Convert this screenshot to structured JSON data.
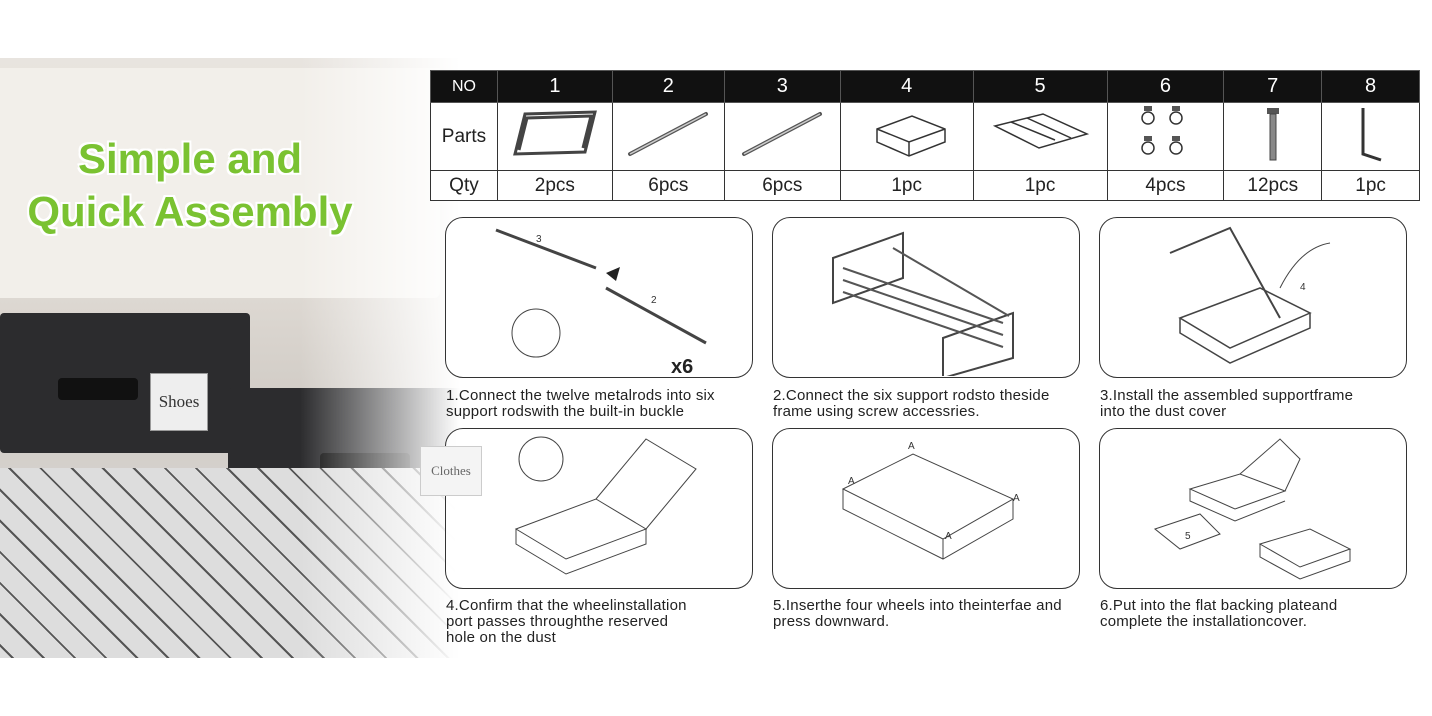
{
  "headline": {
    "line1": "Simple and",
    "line2": "Quick Assembly"
  },
  "photo": {
    "drawer_labels": [
      "Shoes",
      "Clothes"
    ]
  },
  "parts_table": {
    "row_headers": {
      "no": "NO",
      "parts": "Parts",
      "qty": "Qty"
    },
    "columns": [
      {
        "no": "1",
        "qty": "2pcs",
        "icon": "side-frame-icon"
      },
      {
        "no": "2",
        "qty": "6pcs",
        "icon": "rod-icon"
      },
      {
        "no": "3",
        "qty": "6pcs",
        "icon": "rod-icon"
      },
      {
        "no": "4",
        "qty": "1pc",
        "icon": "dust-cover-box-icon"
      },
      {
        "no": "5",
        "qty": "1pc",
        "icon": "backing-plate-icon"
      },
      {
        "no": "6",
        "qty": "4pcs",
        "icon": "wheels-icon"
      },
      {
        "no": "7",
        "qty": "12pcs",
        "icon": "screw-icon"
      },
      {
        "no": "8",
        "qty": "1pc",
        "icon": "allen-key-icon"
      }
    ]
  },
  "steps": [
    {
      "caption_lines": [
        "1.Connect the twelve metalrods into six",
        "support rodswith the built-in buckle"
      ],
      "labels": [
        "3",
        "2",
        "x6"
      ]
    },
    {
      "caption_lines": [
        "2.Connect the six support rodsto theside",
        "frame using screw accessries."
      ],
      "labels": []
    },
    {
      "caption_lines": [
        "3.Install the assembled supportframe",
        "into the dust cover"
      ],
      "labels": [
        "4"
      ]
    },
    {
      "caption_lines": [
        "4.Confirm that the wheelinstallation",
        "port passes throughthe reserved",
        "hole on the dust"
      ],
      "labels": []
    },
    {
      "caption_lines": [
        "5.Inserthe four wheels into theinterfae and",
        "press downward."
      ],
      "labels": [
        "A"
      ]
    },
    {
      "caption_lines": [
        "6.Put into the flat backing plateand",
        "complete the installationcover."
      ],
      "labels": [
        "5"
      ]
    }
  ],
  "colors": {
    "headline": "#7ac231",
    "table_header": "#111111"
  }
}
